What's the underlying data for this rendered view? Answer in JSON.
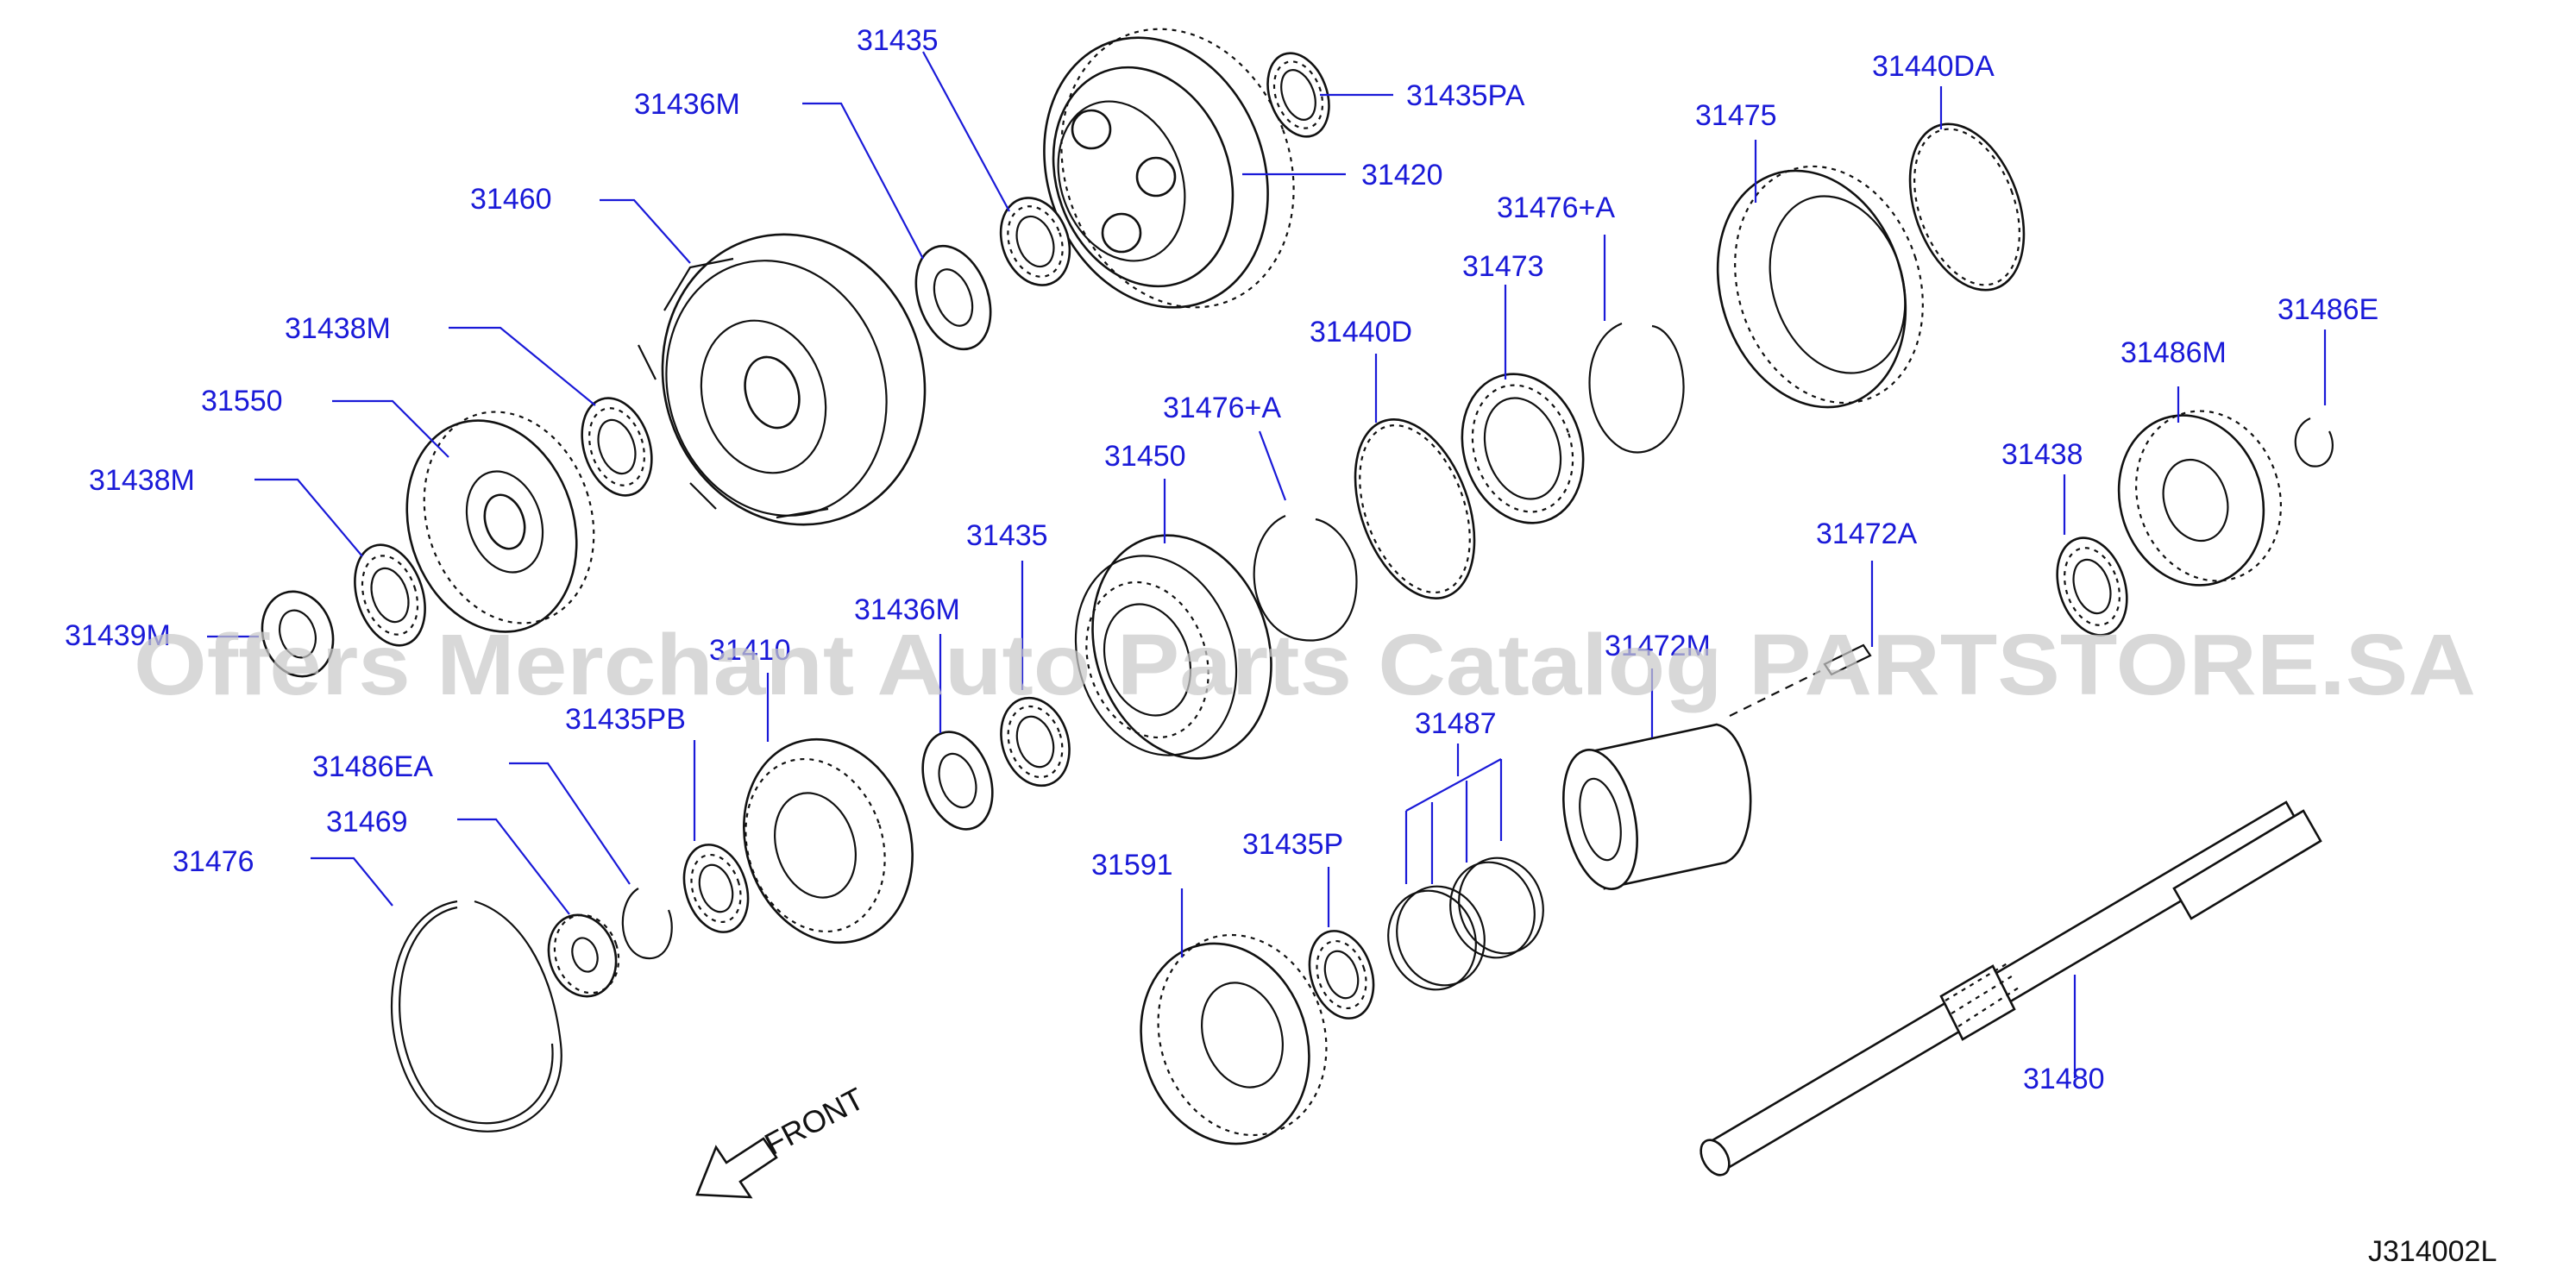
{
  "diagram": {
    "callouts": [
      {
        "id": "31435_top",
        "text": "31435"
      },
      {
        "id": "31436M_top",
        "text": "31436M"
      },
      {
        "id": "31435PA",
        "text": "31435PA"
      },
      {
        "id": "31420",
        "text": "31420"
      },
      {
        "id": "31460",
        "text": "31460"
      },
      {
        "id": "31438M_a",
        "text": "31438M"
      },
      {
        "id": "31550",
        "text": "31550"
      },
      {
        "id": "31438M_b",
        "text": "31438M"
      },
      {
        "id": "31439M",
        "text": "31439M"
      },
      {
        "id": "31476A_top",
        "text": "31476+A"
      },
      {
        "id": "31475",
        "text": "31475"
      },
      {
        "id": "31440DA",
        "text": "31440DA"
      },
      {
        "id": "31473",
        "text": "31473"
      },
      {
        "id": "31440D",
        "text": "31440D"
      },
      {
        "id": "31476A_mid",
        "text": "31476+A"
      },
      {
        "id": "31450",
        "text": "31450"
      },
      {
        "id": "31435_mid",
        "text": "31435"
      },
      {
        "id": "31436M_mid",
        "text": "31436M"
      },
      {
        "id": "31410",
        "text": "31410"
      },
      {
        "id": "31435PB",
        "text": "31435PB"
      },
      {
        "id": "31486EA",
        "text": "31486EA"
      },
      {
        "id": "31469",
        "text": "31469"
      },
      {
        "id": "31476",
        "text": "31476"
      },
      {
        "id": "31486E",
        "text": "31486E"
      },
      {
        "id": "31486M",
        "text": "31486M"
      },
      {
        "id": "31438",
        "text": "31438"
      },
      {
        "id": "31472A",
        "text": "31472A"
      },
      {
        "id": "31472M",
        "text": "31472M"
      },
      {
        "id": "31487",
        "text": "31487"
      },
      {
        "id": "31435P",
        "text": "31435P"
      },
      {
        "id": "31591",
        "text": "31591"
      },
      {
        "id": "31480",
        "text": "31480"
      }
    ],
    "front_label": "FRONT",
    "drawing_code": "J314002L",
    "watermark": "Offers Merchant Auto Parts Catalog PARTSTORE.SA",
    "colors": {
      "callout": "#1a1ad8",
      "line": "#111111",
      "watermark": "#c9c9c9"
    }
  }
}
